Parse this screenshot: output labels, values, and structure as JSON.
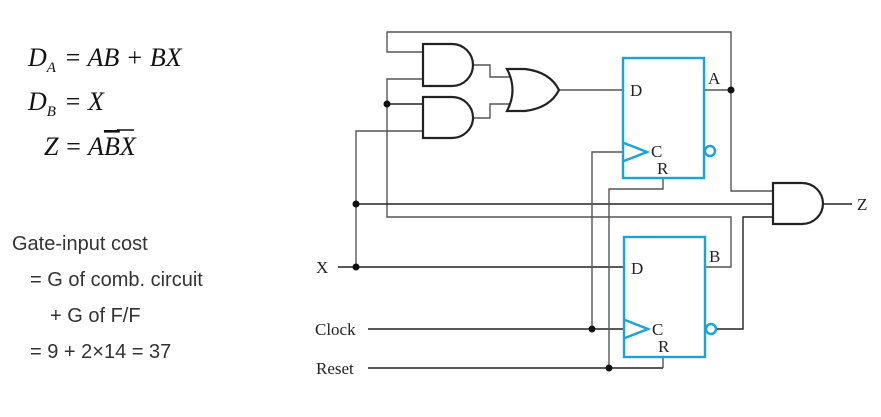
{
  "equations": {
    "da": {
      "lhs": "D",
      "sub": "A",
      "rhs": "= AB + BX"
    },
    "db": {
      "lhs": "D",
      "sub": "B",
      "rhs": "= X"
    },
    "z": {
      "lhs": "Z",
      "eq": "= A",
      "bar": "B",
      "rest": "X"
    }
  },
  "cost": {
    "title": "Gate-input cost",
    "line1": "= G of comb. circuit",
    "line2": "+ G of F/F",
    "line3": "= 9 + 2×14 = 37"
  },
  "circuit": {
    "inputs": {
      "x": "X",
      "clock": "Clock",
      "reset": "Reset"
    },
    "output": "Z",
    "ff_a": {
      "d": "D",
      "c": "C",
      "r": "R",
      "q": "A"
    },
    "ff_b": {
      "d": "D",
      "c": "C",
      "r": "R",
      "q": "B"
    },
    "colors": {
      "flipflop": "#1aa3d9",
      "wire": "#555555"
    }
  }
}
